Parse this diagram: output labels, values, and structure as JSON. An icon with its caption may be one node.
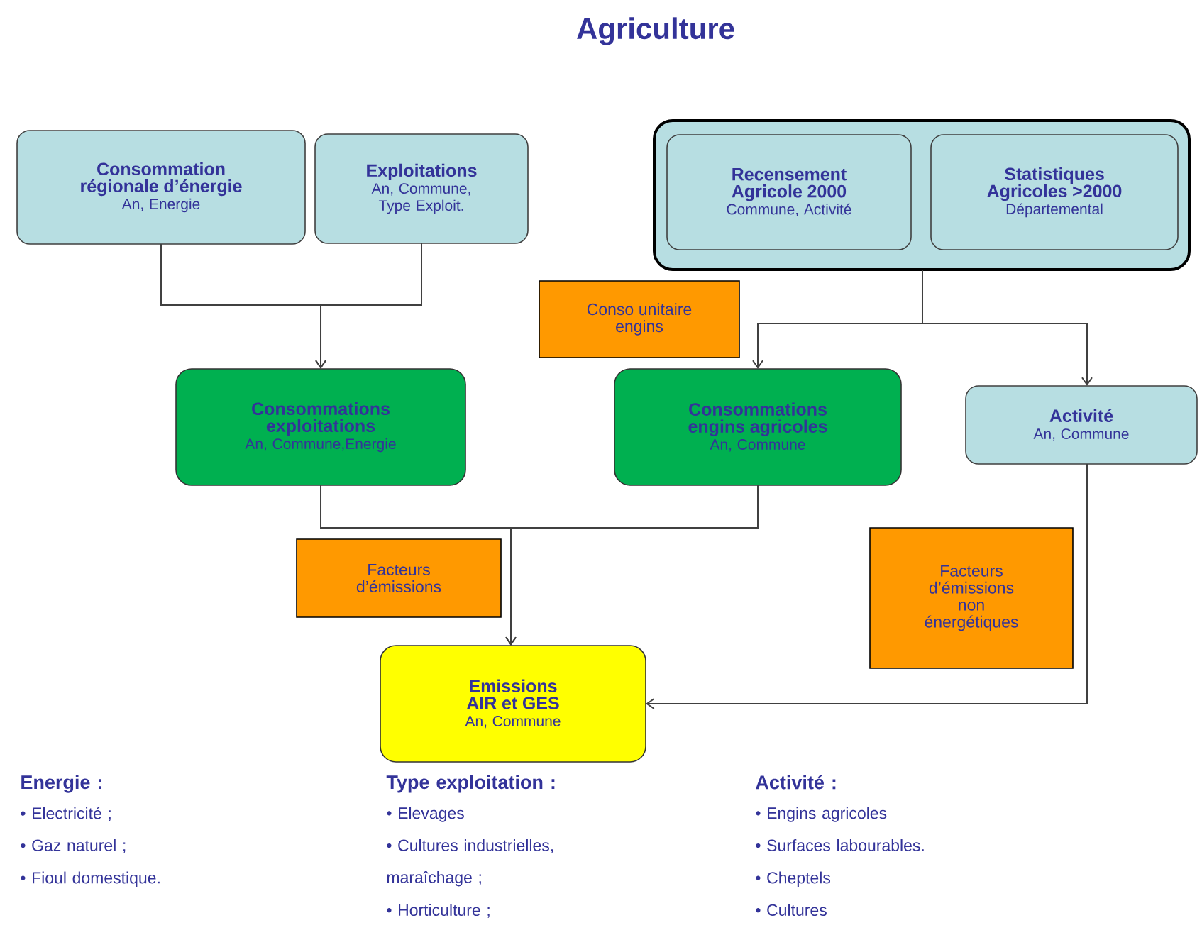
{
  "diagram": {
    "title": "Agriculture",
    "nodes": [
      {
        "text": [
          "Consommation régionale d’énergie",
          "An, Energie"
        ]
      },
      {
        "text": [
          "Exploitations",
          "An, Commune, Type Exploit."
        ]
      },
      {
        "text": [],
        "shape": "box"
      },
      {
        "text": [
          "Recensement Agricole 2000",
          "Commune, Activité"
        ],
        "in": 2
      },
      {
        "text": [
          "Statistiques Agricoles >2000",
          "Départemental"
        ],
        "in": 2
      },
      {
        "text": [
          "Conso unitaire engins"
        ]
      },
      {
        "text": [
          "Consommations exploitations",
          "An, Commune,Energie"
        ]
      },
      {
        "text": [
          "Consommations engins agricoles",
          "An, Commune"
        ]
      },
      {
        "text": [
          "Activité",
          "An, Commune"
        ]
      },
      {
        "text": [
          "Facteurs d’émissions"
        ]
      },
      {
        "text": [
          "Facteurs d’émissions non énergétiques"
        ]
      },
      {
        "text": [
          "Emissions AIR et GES",
          "An, Commune"
        ]
      }
    ],
    "edges": [
      {
        "from": 0,
        "to": 6,
        "arrow": "to"
      },
      {
        "from": 1,
        "to": 6,
        "arrow": "to"
      },
      {
        "from": 2,
        "to": 7,
        "arrow": "to"
      },
      {
        "from": 2,
        "to": 8,
        "arrow": "to"
      },
      {
        "from": 6,
        "to": 11,
        "arrow": "to"
      },
      {
        "from": 7,
        "to": 11,
        "arrow": "to"
      },
      {
        "from": 8,
        "to": 11,
        "arrow": "to"
      }
    ],
    "labels": [
      "Energie :",
      "• Electricité ;",
      "• Gaz naturel ;",
      "• Fioul domestique.",
      "Type exploitation :",
      "• Elevages",
      "• Cultures industrielles, maraîchage ;",
      "• Horticulture ;",
      "Activité :",
      "• Engins agricoles",
      "• Surfaces labourables.",
      "• Cheptels",
      "• Cultures"
    ]
  }
}
